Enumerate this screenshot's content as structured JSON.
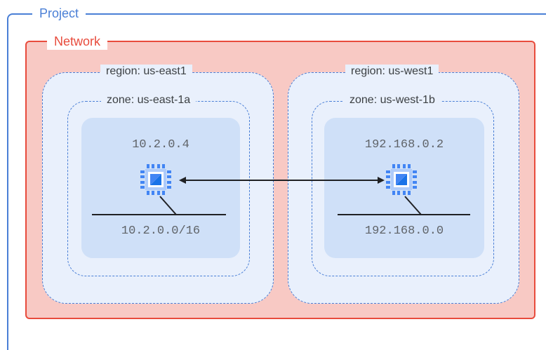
{
  "project": {
    "label": "Project"
  },
  "network": {
    "label": "Network"
  },
  "regions": [
    {
      "label": "region: us-east1",
      "zone": {
        "label": "zone: us-east-1a",
        "instance": {
          "ip": "10.2.0.4",
          "icon": "compute-chip-icon"
        },
        "subnet": {
          "cidr": "10.2.0.0/16"
        }
      }
    },
    {
      "label": "region: us-west1",
      "zone": {
        "label": "zone: us-west-1b",
        "instance": {
          "ip": "192.168.0.2",
          "icon": "compute-chip-icon"
        },
        "subnet": {
          "cidr": "192.168.0.0"
        }
      }
    }
  ],
  "connection": {
    "type": "bidirectional-arrow"
  },
  "colors": {
    "project": "#4a7fd6",
    "network_border": "#e84b3c",
    "network_fill": "#f8c9c4",
    "region_fill": "#e9f0fc",
    "subnet_fill": "#cfe0f8",
    "chip_blue": "#4285f4"
  }
}
